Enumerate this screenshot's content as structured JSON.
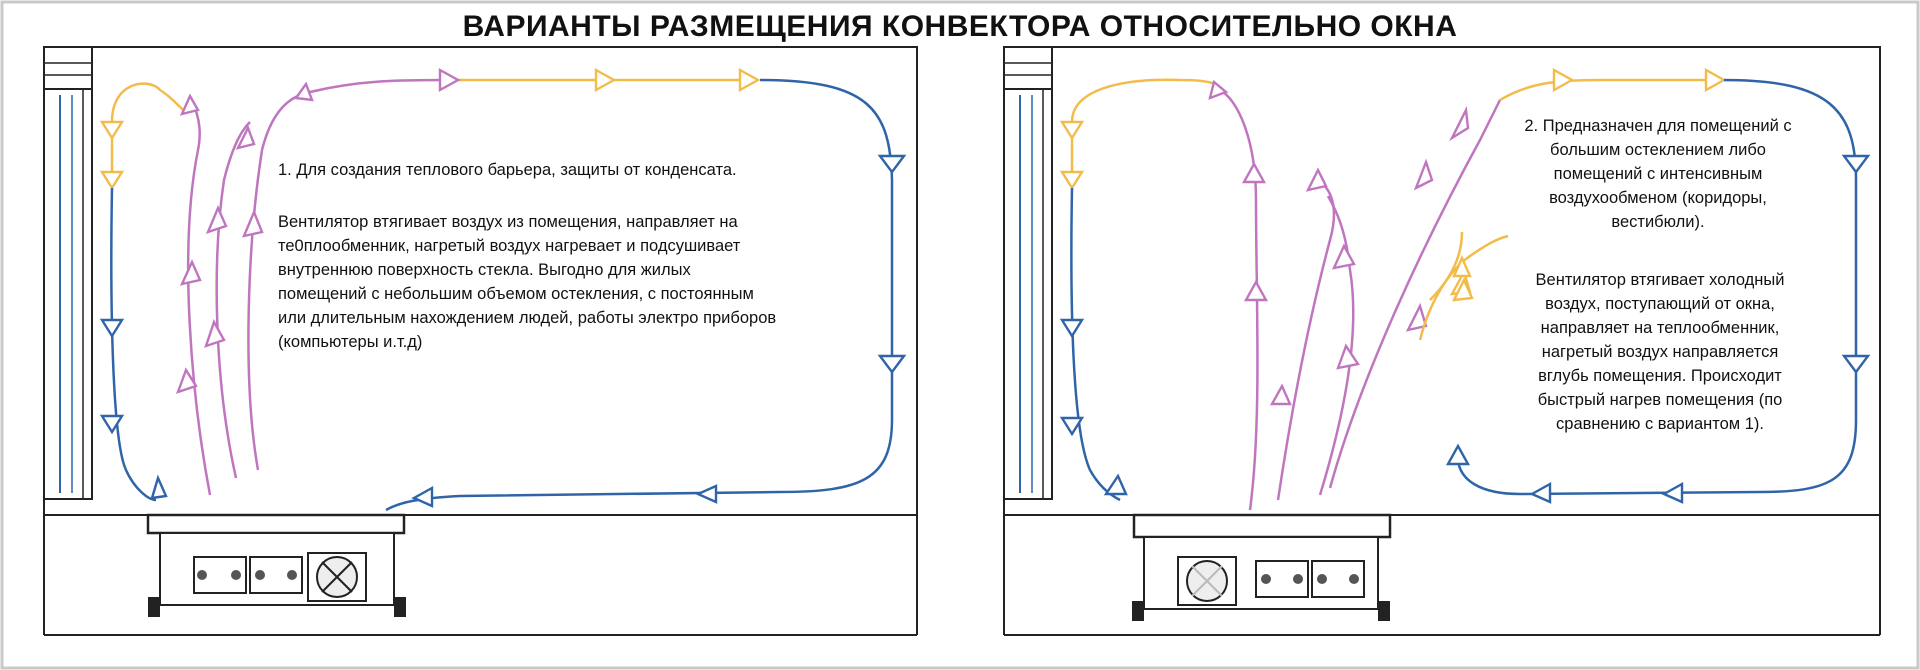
{
  "title": "ВАРИАНТЫ РАЗМЕЩЕНИЯ КОНВЕКТОРА ОТНОСИТЕЛЬНО ОКНА",
  "colors": {
    "warm_air": "#f2bc4b",
    "cool_air": "#2f65a8",
    "heated_air": "#bf76bf",
    "outline": "#222222"
  },
  "panels": [
    {
      "label": "1. Для создания теплового барьера, защиты от конденсата.",
      "description": "Вентилятор втягивает воздух из помещения, направляет на\nте0плообменник, нагретый воздух нагревает и подсушивает\nвнутреннюю поверхность стекла. Выгодно для жилых\nпомещений с небольшим объемом остекления, с постоянным\nили длительным нахождением людей, работы электро приборов\n(компьютеры и.т.д)"
    },
    {
      "label": "2. Предназначен для помещений с\nбольшим остеклением либо\nпомещений с интенсивным\nвоздухообменом (коридоры,\nвестибюли).",
      "description": "Вентилятор втягивает холодный\nвоздух, поступающий от окна,\nнаправляет на теплообменник,\nнагретый воздух направляется\nвглубь помещения. Происходит\nбыстрый нагрев помещения (по\nсравнению с вариантом 1)."
    }
  ]
}
